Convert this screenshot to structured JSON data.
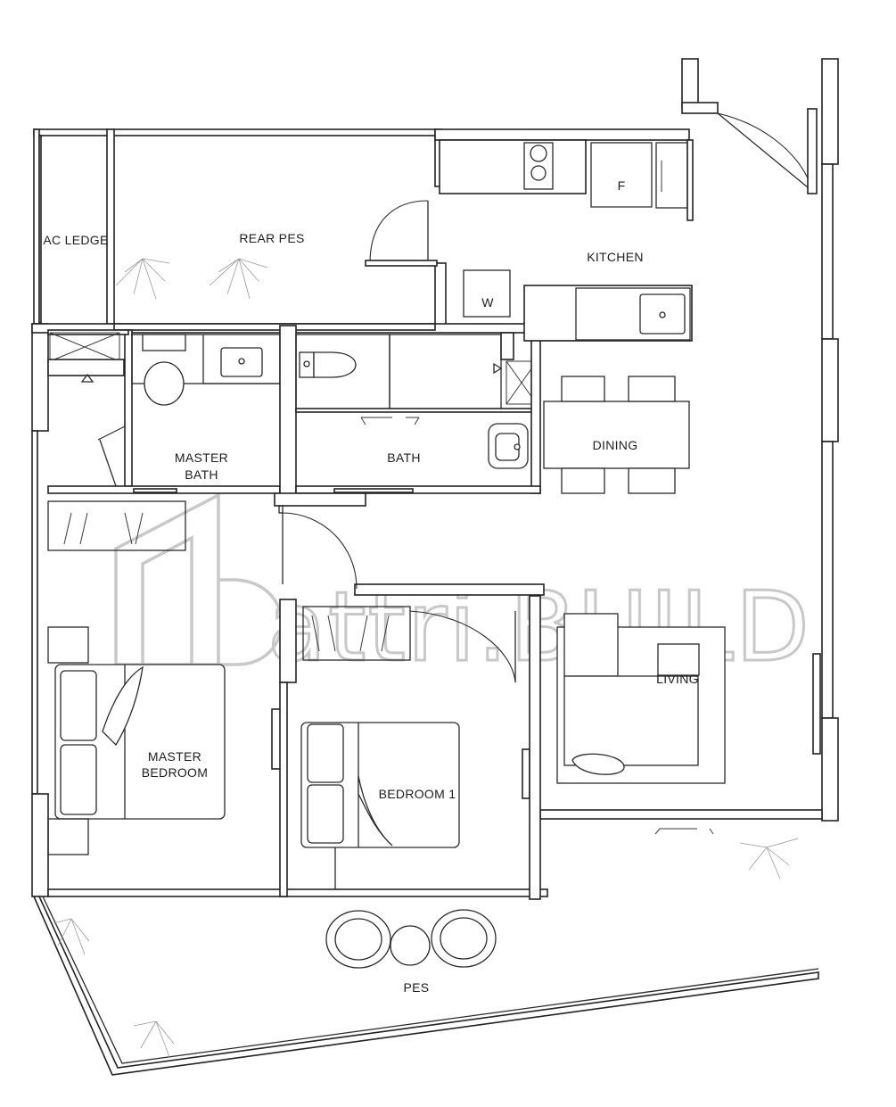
{
  "rooms": {
    "ac_ledge": "AC LEDGE",
    "rear_pes": "REAR PES",
    "kitchen": "KITCHEN",
    "fridge": "F",
    "washer": "W",
    "master_bath_line1": "MASTER",
    "master_bath_line2": "BATH",
    "bath": "BATH",
    "dining": "DINING",
    "living": "LIVING",
    "master_bedroom_line1": "MASTER",
    "master_bedroom_line2": "BEDROOM",
    "bedroom_1": "BEDROOM 1",
    "pes": "PES"
  },
  "watermark": {
    "text": "attri.BUILD"
  }
}
